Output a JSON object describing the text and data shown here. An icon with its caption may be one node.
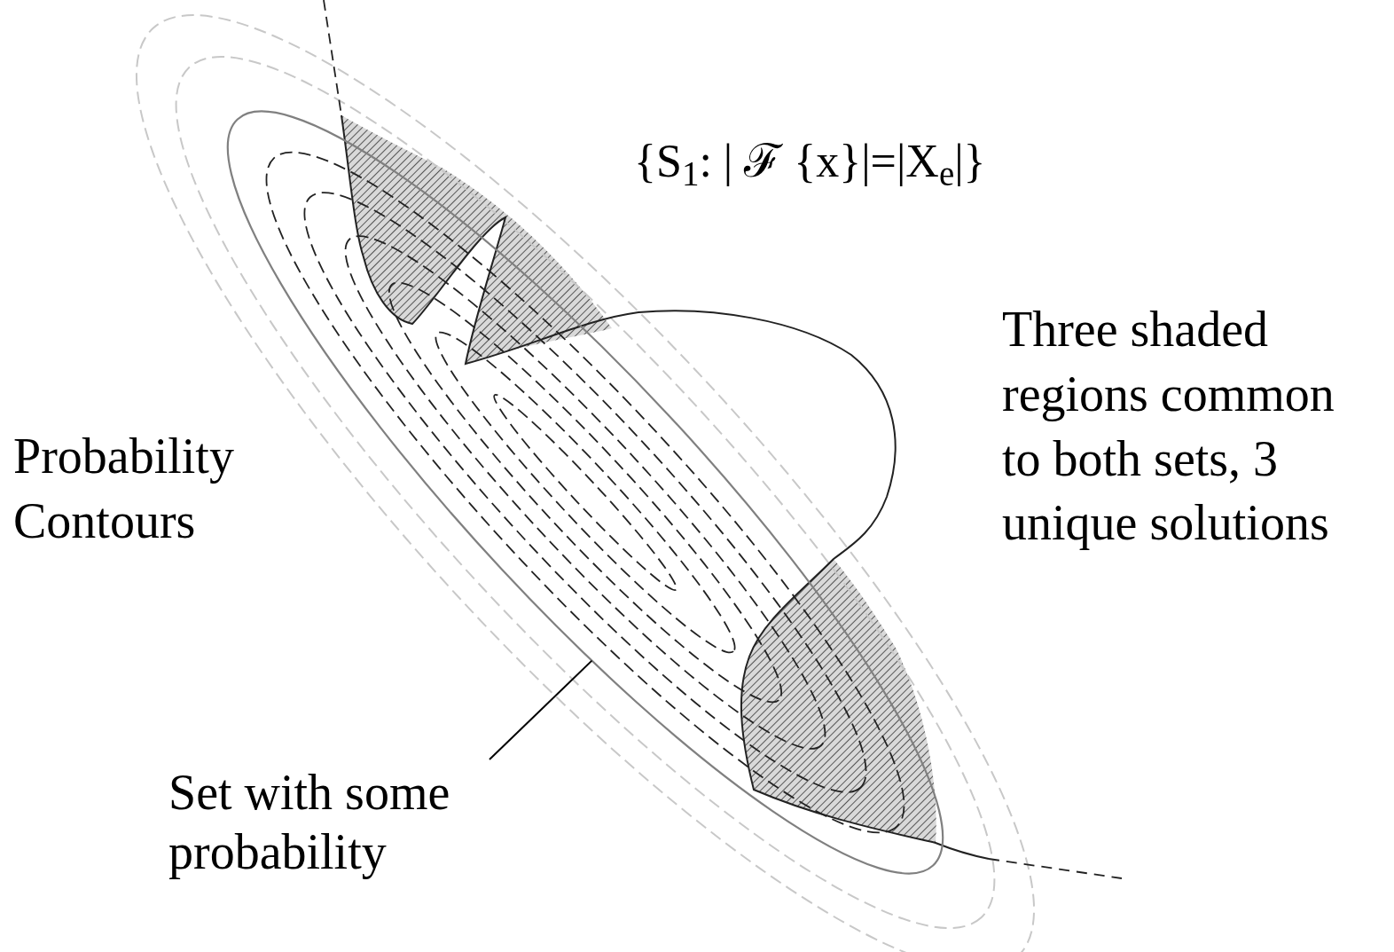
{
  "diagram": {
    "nodes": [
      {
        "text": [
          "Set with some probability"
        ]
      },
      {
        "text": [],
        "shape": "ellipse"
      }
    ],
    "edges": [
      {
        "from": 0,
        "to": 1,
        "arrow": "none"
      }
    ],
    "labels": [
      "{S$_{1}$: | ℱ {x}|=|X$_{e}$|}",
      "Probability Contours",
      "Three shaded regions common to both sets, 3 unique solutions"
    ]
  }
}
